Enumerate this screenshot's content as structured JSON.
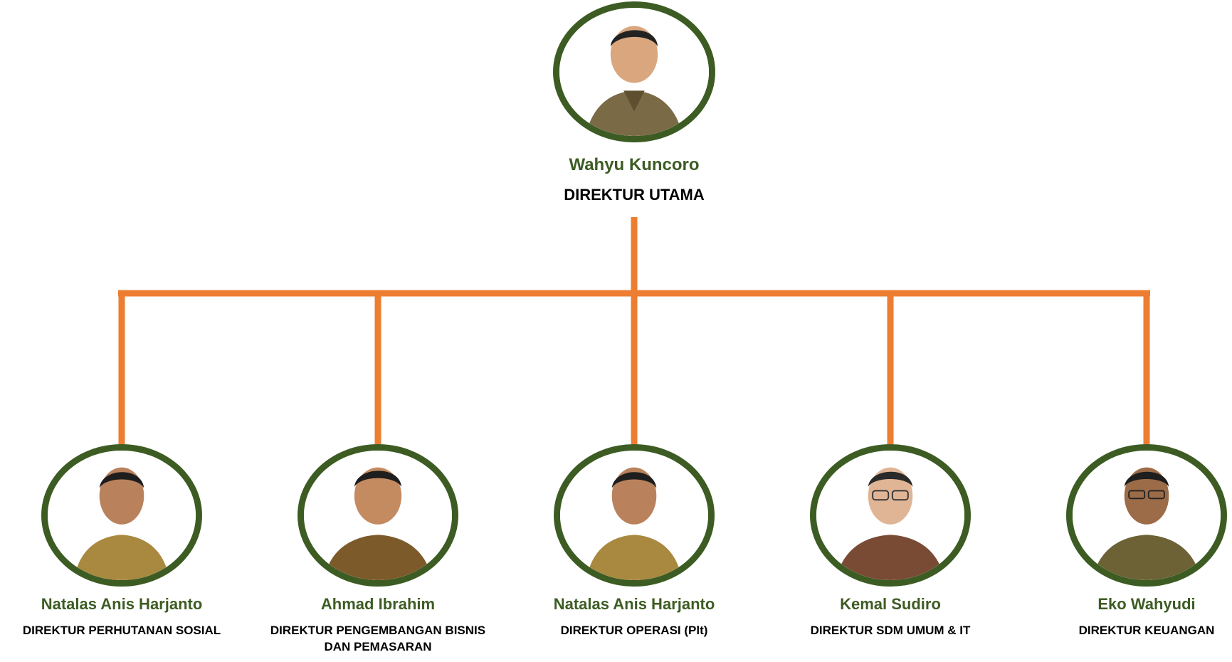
{
  "colors": {
    "ring": "#3d5c23",
    "name": "#3d5c23",
    "connector": "#ed7d31",
    "title": "#000000"
  },
  "top": {
    "name": "Wahyu Kuncoro",
    "title": "DIREKTUR UTAMA",
    "photo_icon": "person-portrait-icon"
  },
  "directors": [
    {
      "name": "Natalas Anis Harjanto",
      "title_lines": [
        "DIREKTUR PERHUTANAN SOSIAL"
      ],
      "photo_icon": "person-portrait-icon"
    },
    {
      "name": "Ahmad Ibrahim",
      "title_lines": [
        "DIREKTUR PENGEMBANGAN BISNIS",
        "DAN PEMASARAN"
      ],
      "photo_icon": "person-portrait-icon"
    },
    {
      "name": "Natalas Anis Harjanto",
      "title_lines": [
        "DIREKTUR OPERASI (Plt)"
      ],
      "photo_icon": "person-portrait-icon"
    },
    {
      "name": "Kemal Sudiro",
      "title_lines": [
        "DIREKTUR SDM UMUM & IT"
      ],
      "photo_icon": "person-portrait-icon"
    },
    {
      "name": "Eko Wahyudi",
      "title_lines": [
        "DIREKTUR KEUANGAN"
      ],
      "photo_icon": "person-portrait-icon"
    }
  ]
}
